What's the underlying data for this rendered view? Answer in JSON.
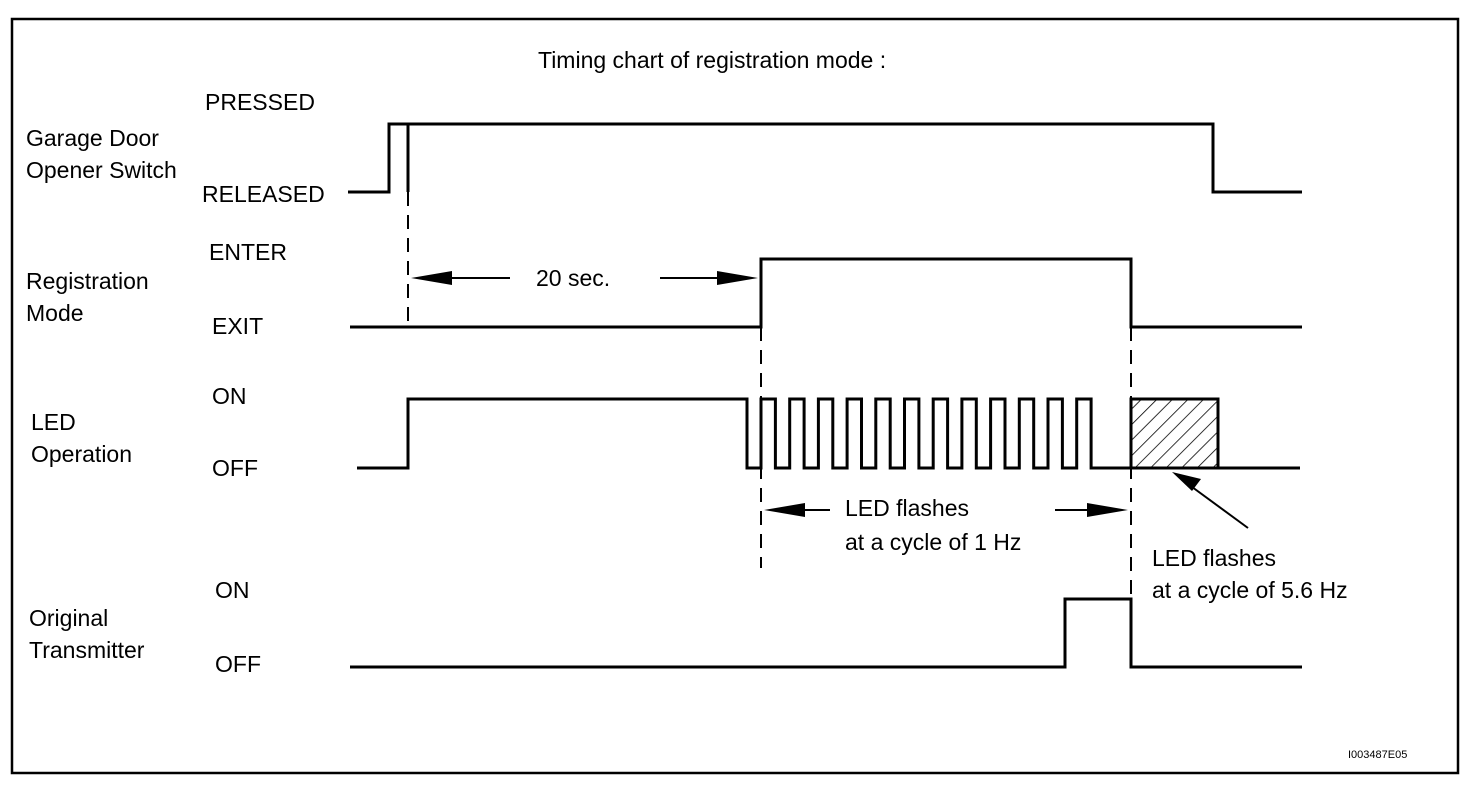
{
  "title": "Timing chart of registration mode :",
  "figure_id": "I003487E05",
  "signals": [
    {
      "name_lines": [
        "Garage Door",
        "Opener Switch"
      ],
      "high_label": "PRESSED",
      "low_label": "RELEASED"
    },
    {
      "name_lines": [
        "Registration",
        "Mode"
      ],
      "high_label": "ENTER",
      "low_label": "EXIT"
    },
    {
      "name_lines": [
        "LED",
        "Operation"
      ],
      "high_label": "ON",
      "low_label": "OFF"
    },
    {
      "name_lines": [
        "Original",
        "Transmitter"
      ],
      "high_label": "ON",
      "low_label": "OFF"
    }
  ],
  "annotations": {
    "wait_time": "20 sec.",
    "led_1hz_lines": [
      "LED flashes",
      "at a cycle of 1 Hz"
    ],
    "led_5hz_lines": [
      "LED flashes",
      "at a cycle of 5.6 Hz"
    ]
  }
}
